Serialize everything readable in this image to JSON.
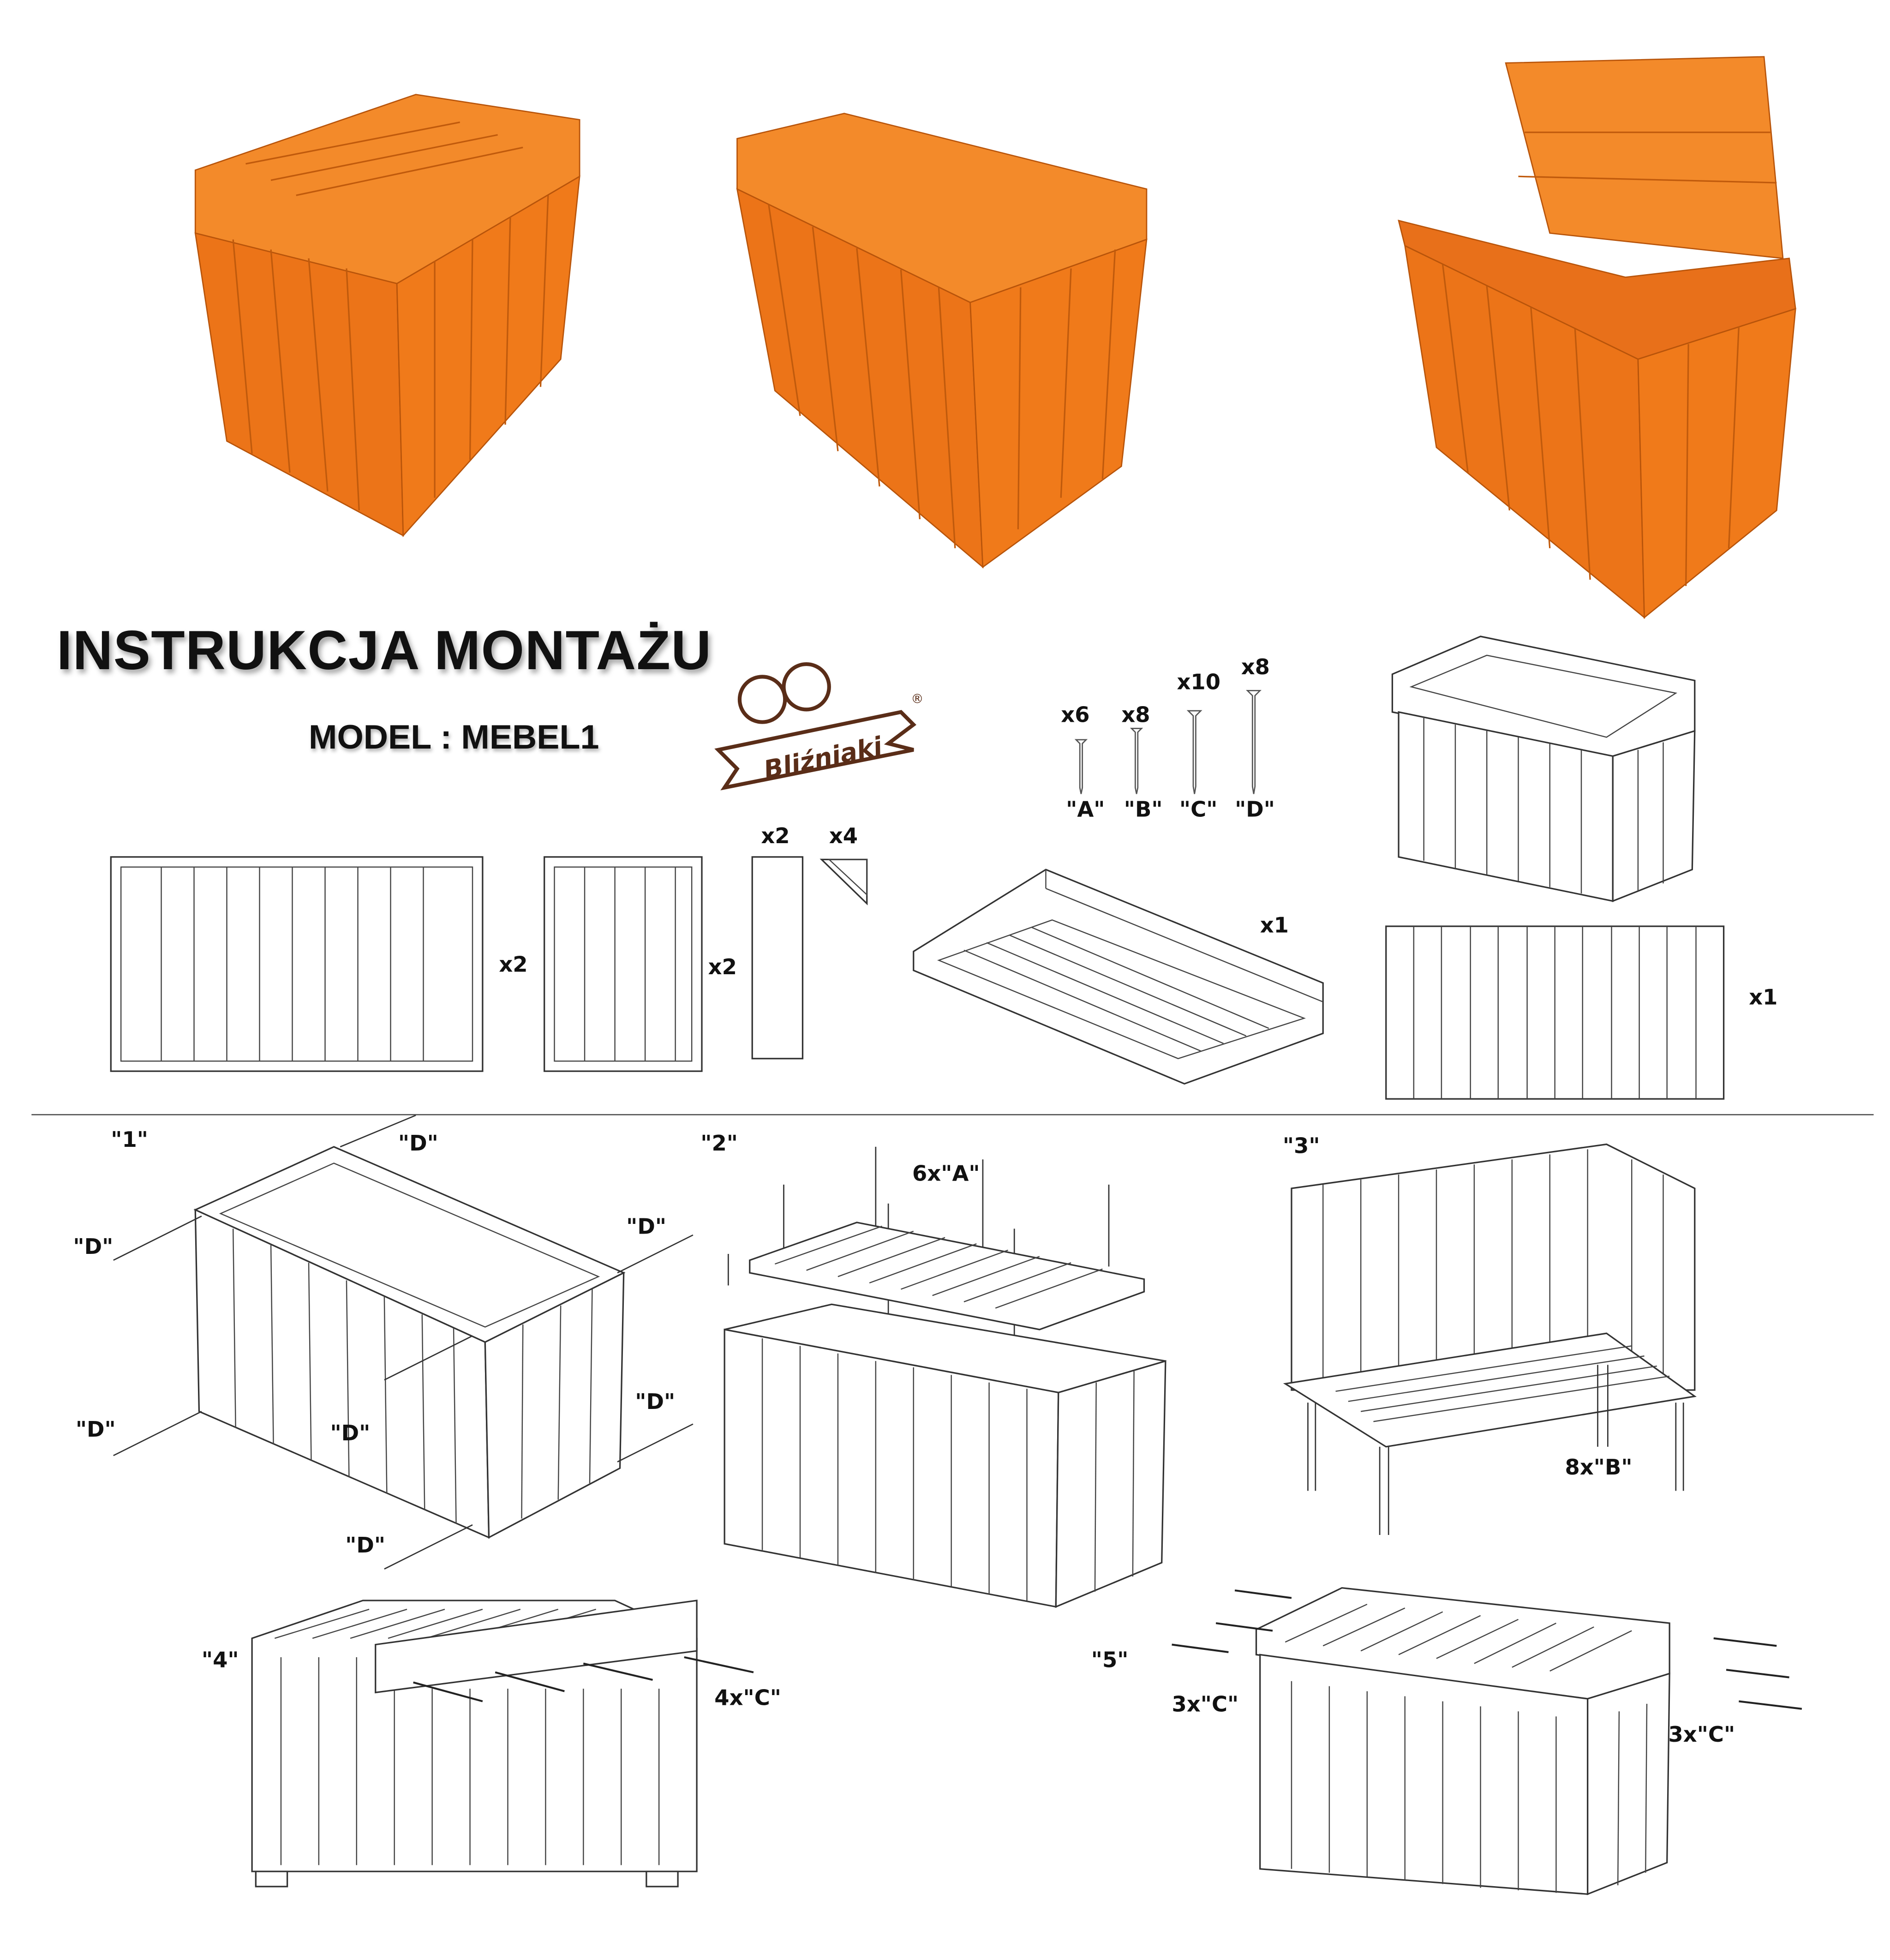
{
  "header": {
    "title": "INSTRUKCJA  MONTAŻU",
    "model": "MODEL : MEBEL1",
    "brand": "Bliźniaki"
  },
  "colors": {
    "wood": "#f07a1a",
    "wood_dark": "#c85a08",
    "logo": "#5a2d18",
    "line": "#333333"
  },
  "hardware": [
    {
      "qty": "x6",
      "label": "\"A\""
    },
    {
      "qty": "x8",
      "label": "\"B\""
    },
    {
      "qty": "x10",
      "label": "\"C\""
    },
    {
      "qty": "x8",
      "label": "\"D\""
    }
  ],
  "parts": {
    "long_panel_qty": "x2",
    "short_panel_qty": "x2",
    "leg_board_qty": "x2",
    "corner_qty": "x4",
    "lid_tray_qty": "x1",
    "back_panel_qty": "x1"
  },
  "steps": {
    "s1": {
      "label": "\"1\"",
      "screw": "\"D\""
    },
    "s2": {
      "label": "\"2\"",
      "screw": "6x\"A\""
    },
    "s3": {
      "label": "\"3\"",
      "screw": "8x\"B\""
    },
    "s4": {
      "label": "\"4\"",
      "screw": "4x\"C\""
    },
    "s5": {
      "label": "\"5\"",
      "screw_left": "3x\"C\"",
      "screw_right": "3x\"C\""
    }
  }
}
